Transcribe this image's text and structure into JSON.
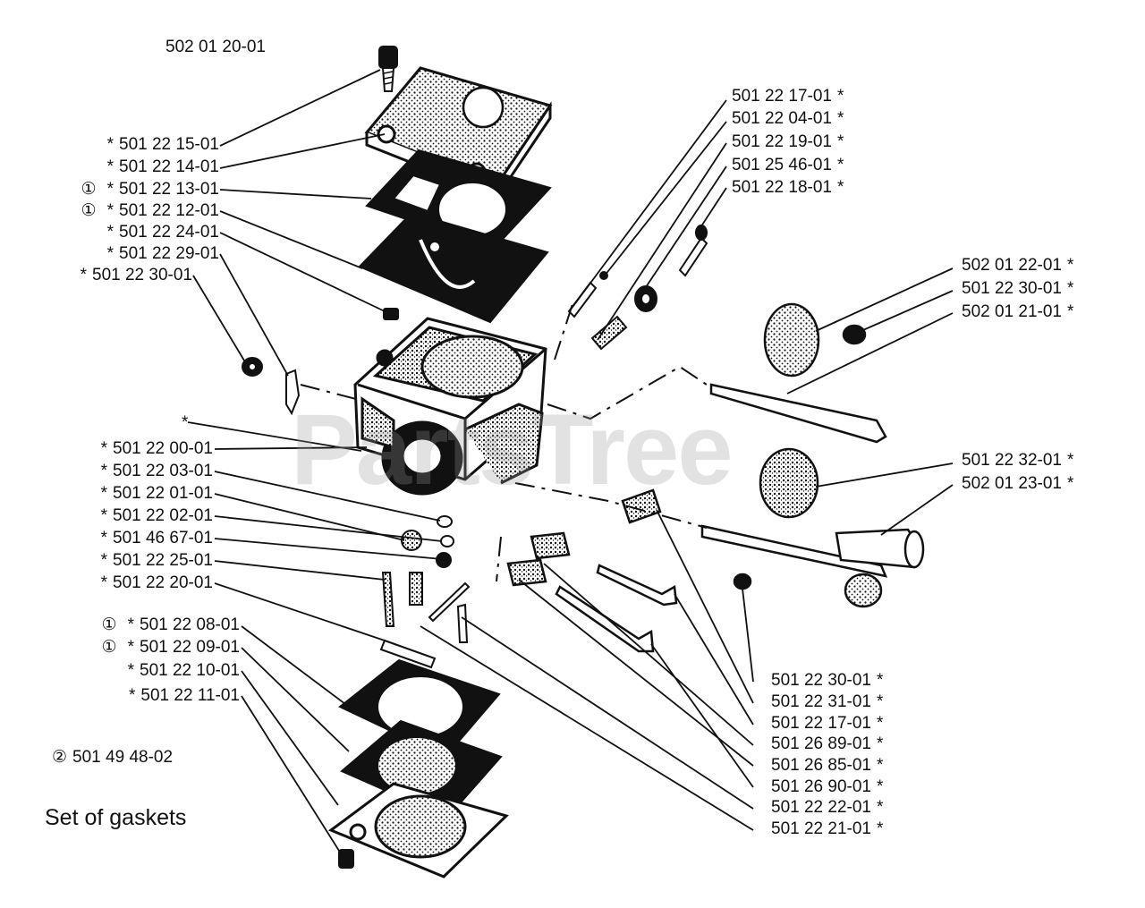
{
  "watermark": "PartsTree",
  "header_part": "502 01 20-01",
  "kit": {
    "mark": "②",
    "number": "501 49 48-02",
    "title": "Set of gaskets"
  },
  "left_top": [
    {
      "mark": "",
      "star": "*",
      "num": "501 22 15-01"
    },
    {
      "mark": "",
      "star": "*",
      "num": "501 22 14-01"
    },
    {
      "mark": "①",
      "star": "*",
      "num": "501 22 13-01"
    },
    {
      "mark": "①",
      "star": "*",
      "num": "501 22 12-01"
    },
    {
      "mark": "",
      "star": "*",
      "num": "501 22 24-01"
    },
    {
      "mark": "",
      "star": "*",
      "num": "501 22 29-01"
    },
    {
      "mark": "",
      "star": "*",
      "num": "501 22 30-01"
    }
  ],
  "left_mid_star": "*",
  "left_mid": [
    {
      "star": "*",
      "num": "501 22 00-01"
    },
    {
      "star": "*",
      "num": "501 22 03-01"
    },
    {
      "star": "*",
      "num": "501 22 01-01"
    },
    {
      "star": "*",
      "num": "501 22 02-01"
    },
    {
      "star": "*",
      "num": "501 46 67-01"
    },
    {
      "star": "*",
      "num": "501 22 25-01"
    },
    {
      "star": "*",
      "num": "501 22 20-01"
    }
  ],
  "left_bottom": [
    {
      "mark": "①",
      "star": "*",
      "num": "501 22 08-01"
    },
    {
      "mark": "①",
      "star": "*",
      "num": "501 22 09-01"
    },
    {
      "mark": "",
      "star": "*",
      "num": "501 22 10-01"
    },
    {
      "mark": "",
      "star": "*",
      "num": "501 22 11-01"
    }
  ],
  "right_top": [
    {
      "num": "501 22 17-01",
      "star": "*"
    },
    {
      "num": "501 22 04-01",
      "star": "*"
    },
    {
      "num": "501 22 19-01",
      "star": "*"
    },
    {
      "num": "501 25 46-01",
      "star": "*"
    },
    {
      "num": "501 22 18-01",
      "star": "*"
    }
  ],
  "right_mid": [
    {
      "num": "502 01 22-01",
      "star": "*"
    },
    {
      "num": "501 22 30-01",
      "star": "*"
    },
    {
      "num": "502 01 21-01",
      "star": "*"
    }
  ],
  "right_mid2": [
    {
      "num": "501 22 32-01",
      "star": "*"
    },
    {
      "num": "502 01 23-01",
      "star": "*"
    }
  ],
  "right_bottom": [
    {
      "num": "501 22 30-01",
      "star": "*"
    },
    {
      "num": "501 22 31-01",
      "star": "*"
    },
    {
      "num": "501 22 17-01",
      "star": "*"
    },
    {
      "num": "501 26 89-01",
      "star": "*"
    },
    {
      "num": "501 26 85-01",
      "star": "*"
    },
    {
      "num": "501 26 90-01",
      "star": "*"
    },
    {
      "num": "501 22 22-01",
      "star": "*"
    },
    {
      "num": "501 22 21-01",
      "star": "*"
    }
  ]
}
